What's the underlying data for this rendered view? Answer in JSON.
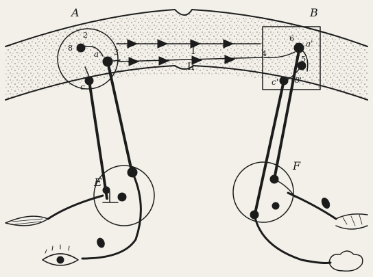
{
  "labels": {
    "region_a": "A",
    "region_b": "B",
    "center_e": "E",
    "center_f": "F",
    "cell_a": "a",
    "cell_a_prime": "a'",
    "cell_c": "c",
    "cell_c_prime": "c'",
    "cell_b_prime": "8'",
    "num_2": "2",
    "num_3": "3",
    "num_4": "4",
    "num_5": "5",
    "num_6": "6",
    "num_8": "8",
    "tract_1": "I",
    "tract_2": "II"
  },
  "colors": {
    "ink": "#1c1c1c",
    "paper": "#f2f0e9",
    "cortex_fill": "#e7e3d8"
  },
  "icons": [
    "eye-icon",
    "muscle-icon",
    "skin-receptor-icon",
    "gland-icon"
  ]
}
